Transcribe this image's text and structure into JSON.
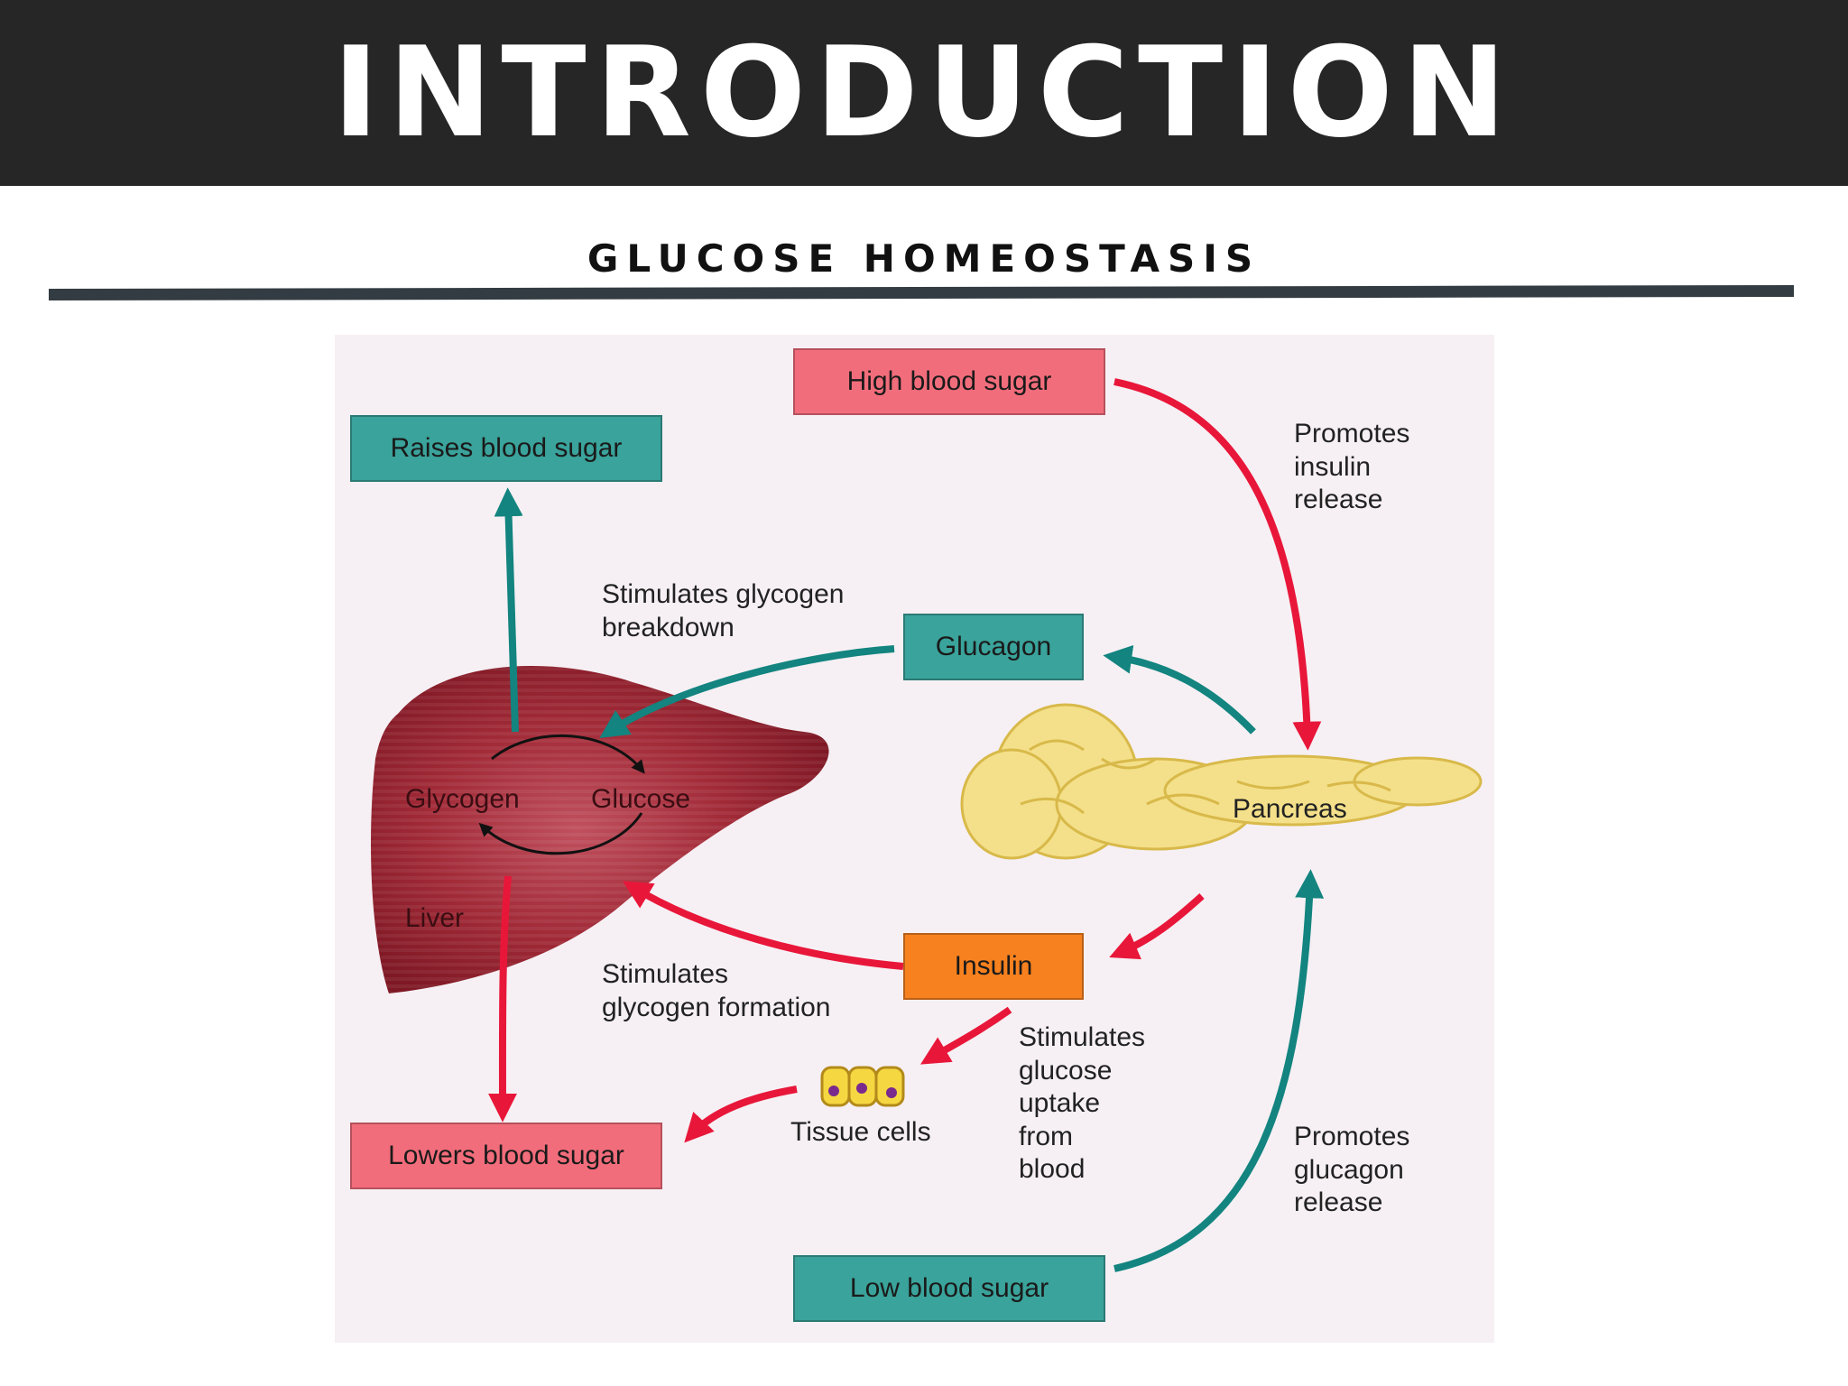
{
  "header": {
    "title": "INTRODUCTION"
  },
  "subtitle": "GLUCOSE HOMEOSTASIS",
  "diagram": {
    "boxes": {
      "high_blood_sugar": "High blood sugar",
      "raises_blood_sugar": "Raises blood sugar",
      "glucagon": "Glucagon",
      "insulin": "Insulin",
      "lowers_blood_sugar": "Lowers blood sugar",
      "low_blood_sugar": "Low blood sugar"
    },
    "labels": {
      "promotes_insulin": "Promotes\ninsulin\nrelease",
      "glycogen_breakdown": "Stimulates glycogen\nbreakdown",
      "glycogen": "Glycogen",
      "glucose": "Glucose",
      "liver": "Liver",
      "pancreas": "Pancreas",
      "glycogen_formation": "Stimulates\nglycogen formation",
      "glucose_uptake": "Stimulates\nglucose\nuptake\nfrom\nblood",
      "tissue_cells": "Tissue cells",
      "promotes_glucagon": "Promotes\nglucagon\nrelease"
    },
    "colors": {
      "high_box": "#f26d7b",
      "teal_box": "#3aa39b",
      "insulin_box": "#f7811f",
      "red_arrow": "#e8173a",
      "teal_arrow": "#13847f",
      "liver": "#9b2230",
      "pancreas": "#f4e08a",
      "background": "#f6f0f4"
    }
  }
}
